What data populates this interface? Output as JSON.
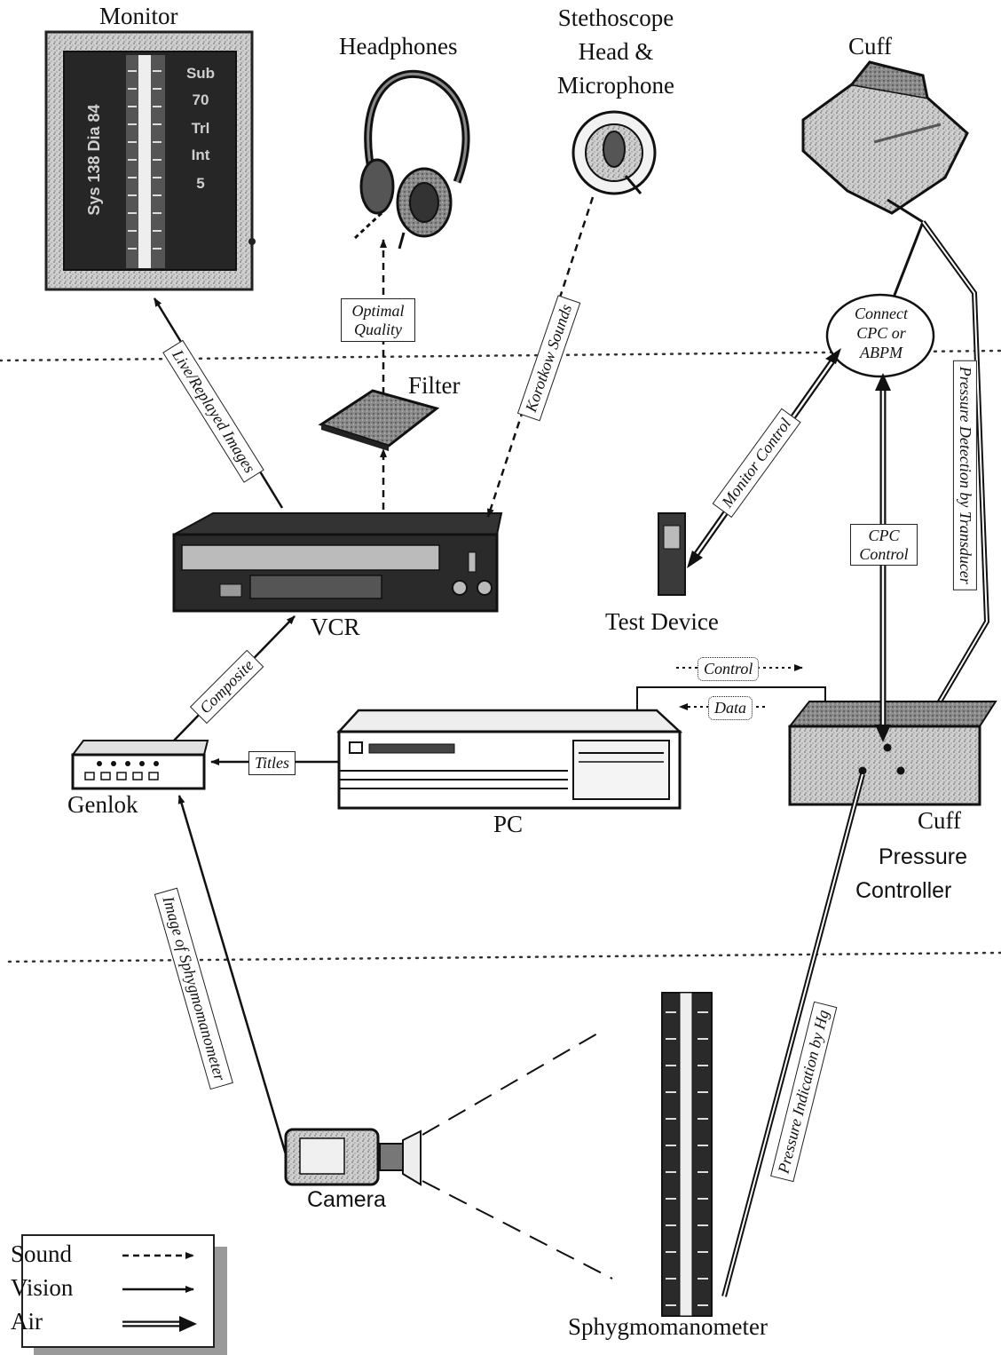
{
  "labels": {
    "monitor": "Monitor",
    "headphones": "Headphones",
    "stethoscope": [
      "Stethoscope",
      "Head &",
      "Microphone"
    ],
    "cuff": "Cuff",
    "filter": "Filter",
    "vcr": "VCR",
    "test_device": "Test Device",
    "genlok": "Genlok",
    "pc": "PC",
    "cuff_pressure_controller": [
      "Cuff",
      "Pressure",
      "Controller"
    ],
    "camera": "Camera",
    "sphygmomanometer": "Sphygmomanometer"
  },
  "connectors": {
    "live_replayed_images": "Live/Replayed Images",
    "optimal_quality": [
      "Optimal",
      "Quality"
    ],
    "korotkow_sounds": "Korotkow Sounds",
    "connect_cpc": [
      "Connect",
      "CPC or",
      "ABPM"
    ],
    "monitor_control": "Monitor Control",
    "cpc_control": [
      "CPC",
      "Control"
    ],
    "pressure_detection": "Pressure Detection by Transducer",
    "composite": "Composite",
    "titles": "Titles",
    "control": "Control",
    "data": "Data",
    "image_of_sphygmomanometer": "Image of Sphygmomanometer",
    "pressure_indication": "Pressure Indication by Hg"
  },
  "monitor_screen": {
    "left_text": "Sys 138 Dia 84",
    "right_text": [
      "Sub",
      "70",
      "Trl",
      "Int",
      "5"
    ]
  },
  "legend": [
    {
      "label": "Sound",
      "style": "dashed"
    },
    {
      "label": "Vision",
      "style": "solid"
    },
    {
      "label": "Air",
      "style": "double"
    }
  ]
}
